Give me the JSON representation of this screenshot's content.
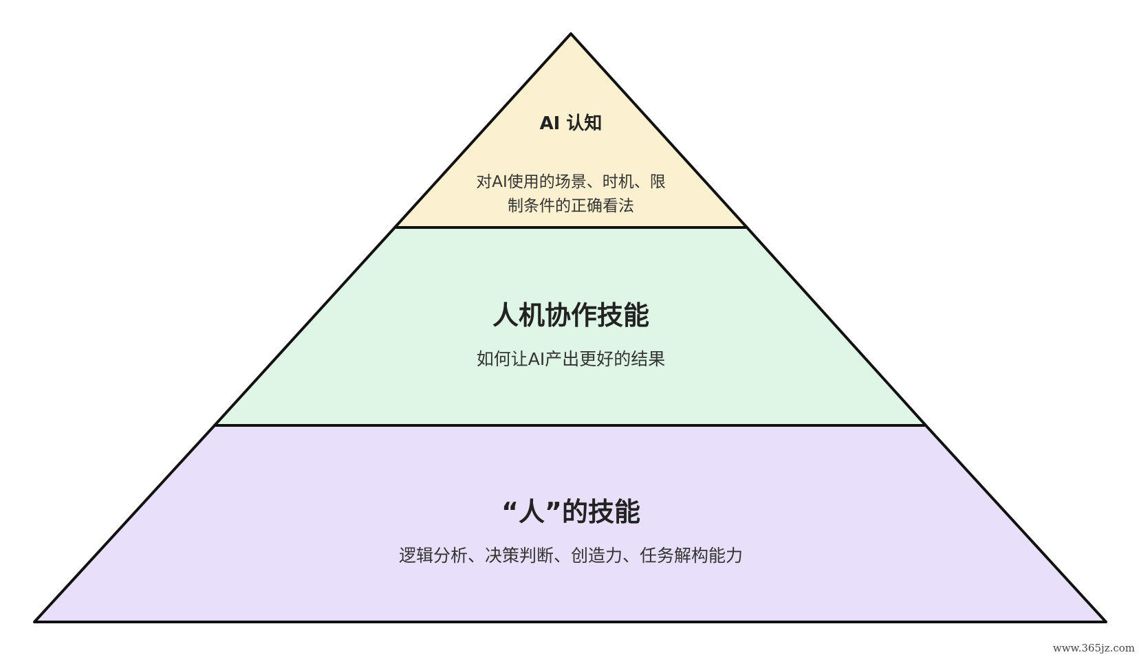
{
  "diagram": {
    "type": "pyramid",
    "outline_color": "#111111",
    "layers": [
      {
        "title": "AI 认知",
        "desc_lines": [
          "对AI使用的场景、时机、限",
          "制条件的正确看法"
        ],
        "fill": "#fbf0cf"
      },
      {
        "title": "人机协作技能",
        "desc_lines": [
          "如何让AI产出更好的结果"
        ],
        "fill": "#dff5e6"
      },
      {
        "title": "“人”的技能",
        "desc_lines": [
          "逻辑分析、决策判断、创造力、任务解构能力"
        ],
        "fill": "#e8e0fb"
      }
    ]
  },
  "watermark": "www.365jz.com"
}
